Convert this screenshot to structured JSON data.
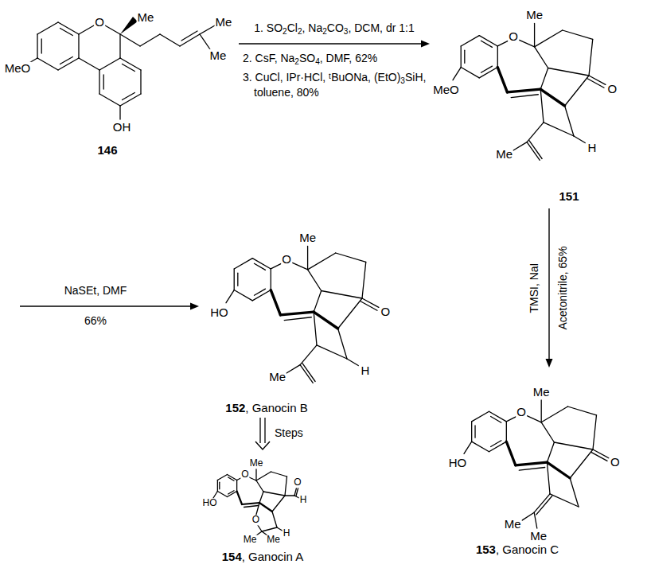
{
  "diagram": {
    "nodes": [
      {
        "text": [
          "146"
        ]
      },
      {
        "text": [
          "151"
        ]
      },
      {
        "text": [
          "152, Ganocin B"
        ]
      },
      {
        "text": [
          "153, Ganocin C"
        ]
      },
      {
        "text": [
          "154, Ganocin A"
        ]
      }
    ],
    "edges": [
      {
        "from": 0,
        "to": 1,
        "arrow": "to"
      },
      {
        "from": 1,
        "to": 2,
        "arrow": "to"
      },
      {
        "from": 1,
        "to": 3,
        "arrow": "to"
      },
      {
        "from": 2,
        "to": 4,
        "arrow": "to"
      }
    ],
    "labels": [
      "MeO",
      "O",
      "Me",
      "OH",
      "Me",
      "Me",
      "1. SO2Cl2, Na2CO3, DCM, dr 1:1",
      "2. CsF, Na2SO4, DMF, 62%",
      "3. CuCl, IPr·HCl, ᵗBuONa, (EtO)3SiH, toluene, 80%",
      "MeO",
      "O",
      "Me",
      "O",
      "Me",
      "H",
      "NaSEt, DMF",
      "66%",
      "TMSI, NaI",
      "Acetonitrile, 65%",
      "HO",
      "O",
      "Me",
      "O",
      "Me",
      "H",
      "Steps",
      "HO",
      "O",
      "Me",
      "O",
      "Me",
      "Me",
      "HO",
      "O",
      "Me",
      "O",
      "H",
      "O",
      "Me",
      "Me",
      "H"
    ]
  }
}
